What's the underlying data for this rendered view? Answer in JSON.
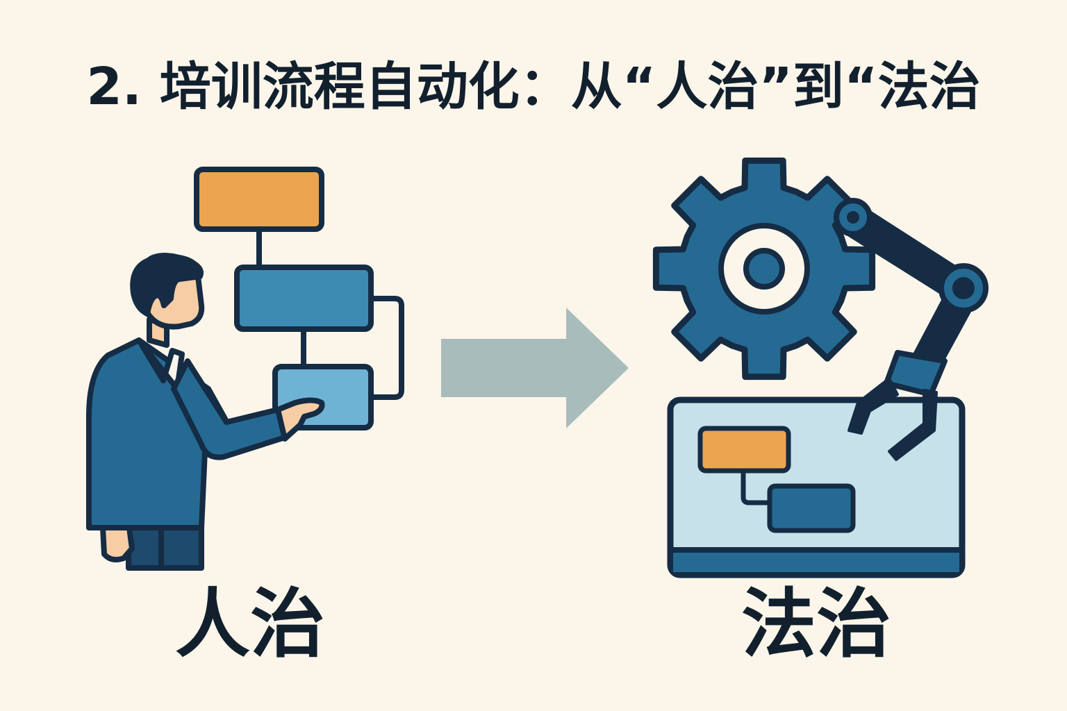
{
  "title": "2. 培训流程自动化：从“人治”到“法治",
  "left_label": "人治",
  "right_label": "法治",
  "colors": {
    "background": "#fbf5ea",
    "outline": "#152c44",
    "blue_dark": "#256a93",
    "blue_mid": "#3d8bb2",
    "blue_light": "#6fb3d4",
    "blue_pale": "#c6e1ea",
    "orange": "#eba551",
    "arrow": "#a9bcbc"
  },
  "icons": [
    "person-icon",
    "flowchart-icon",
    "arrow-right-icon",
    "gear-icon",
    "robot-arm-icon",
    "dashboard-icon"
  ]
}
